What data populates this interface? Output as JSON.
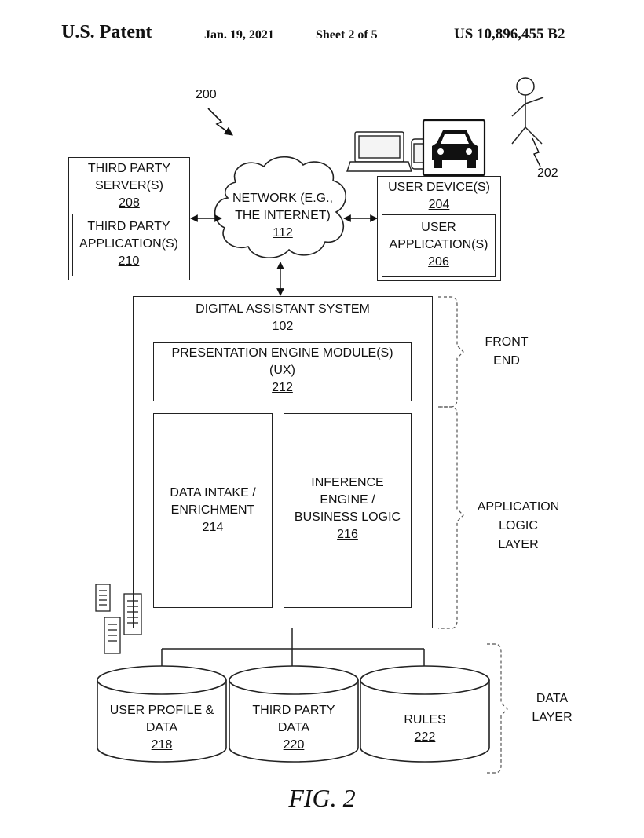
{
  "header": {
    "patent": "U.S. Patent",
    "date": "Jan. 19, 2021",
    "sheet": "Sheet 2 of 5",
    "number": "US 10,896,455 B2"
  },
  "labels": {
    "system_ref": "200",
    "user_ref": "202"
  },
  "third_party_server": {
    "line1": "THIRD PARTY",
    "line2": "SERVER(S)",
    "ref": "208"
  },
  "third_party_app": {
    "line1": "THIRD PARTY",
    "line2": "APPLICATION(S)",
    "ref": "210"
  },
  "network": {
    "line1": "NETWORK (E.G.,",
    "line2": "THE INTERNET)",
    "ref": "112"
  },
  "user_device": {
    "line1": "USER DEVICE(S)",
    "ref": "204"
  },
  "user_app": {
    "line1": "USER",
    "line2": "APPLICATION(S)",
    "ref": "206"
  },
  "digital_assistant": {
    "line1": "DIGITAL ASSISTANT SYSTEM",
    "ref": "102"
  },
  "presentation": {
    "line1": "PRESENTATION ENGINE MODULE(S)",
    "line2": "(UX)",
    "ref": "212"
  },
  "data_intake": {
    "line1": "DATA INTAKE /",
    "line2": "ENRICHMENT",
    "ref": "214"
  },
  "inference": {
    "line1": "INFERENCE",
    "line2": "ENGINE /",
    "line3": "BUSINESS LOGIC",
    "ref": "216"
  },
  "layers": {
    "front_end_1": "FRONT",
    "front_end_2": "END",
    "app_logic_1": "APPLICATION",
    "app_logic_2": "LOGIC",
    "app_logic_3": "LAYER",
    "data_1": "DATA",
    "data_2": "LAYER"
  },
  "databases": [
    {
      "line1": "USER PROFILE &",
      "line2": "DATA",
      "ref": "218"
    },
    {
      "line1": "THIRD PARTY",
      "line2": "DATA",
      "ref": "220"
    },
    {
      "line1": "RULES",
      "ref": "222"
    }
  ],
  "figure_label": "FIG. 2"
}
